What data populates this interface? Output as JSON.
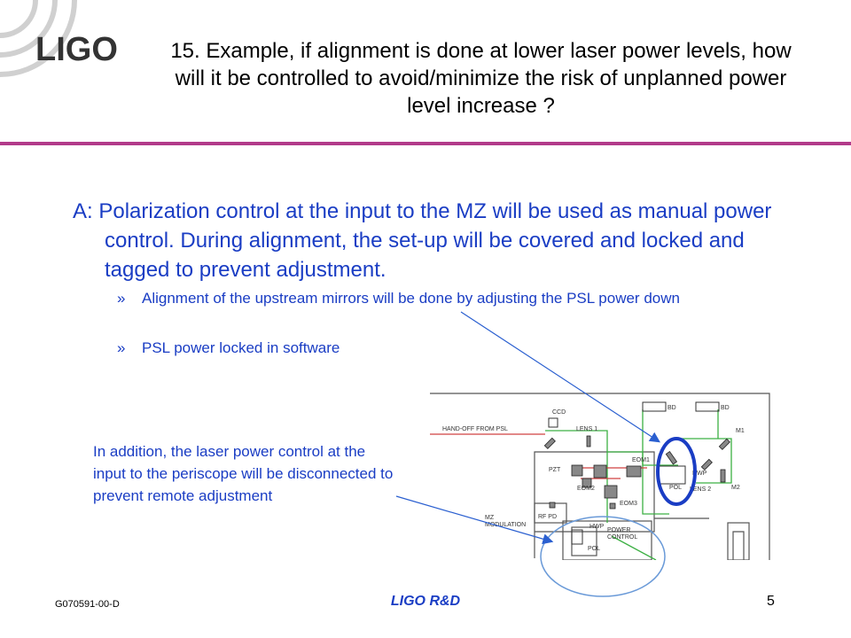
{
  "header": {
    "logo_text": "LIGO",
    "title": "15. Example, if alignment is done at lower laser power levels, how will it be controlled to avoid/minimize the risk of unplanned power level increase ?"
  },
  "body": {
    "paragraph": "A: Polarization control at the input to the MZ will be used as manual power control. During alignment, the set-up will be covered and locked and tagged to prevent adjustment.",
    "bullets": [
      {
        "marker": "»",
        "text": "Alignment of the upstream mirrors will be done by adjusting the PSL power down"
      },
      {
        "marker": "»",
        "text": "PSL power locked in software"
      }
    ],
    "note": "In addition, the laser power control at the input to the periscope will be disconnected to prevent remote adjustment"
  },
  "diagram": {
    "labels": {
      "ccd": "CCD",
      "handoff": "HAND-OFF FROM PSL",
      "lens1": "LENS 1",
      "bd1": "BD",
      "bd2": "BD",
      "m1": "M1",
      "eom1": "EOM1",
      "pzt": "PZT",
      "eom2": "EOM2",
      "eom3": "EOM3",
      "pol": "POL",
      "hwp": "HWP",
      "lens2": "LENS 2",
      "m2": "M2",
      "rfpd": "RF PD",
      "mz_modulation": "MZ\nMODULATION",
      "hwp2": "HWP",
      "power_control": "POWER\nCONTROL",
      "pol2": "POL"
    },
    "colors": {
      "beam": "#3cb043",
      "red_beam": "#d04040",
      "highlight": "#1a3dc4",
      "arrow": "#2a5fd0"
    }
  },
  "footer": {
    "doc_id": "G070591-00-D",
    "center": "LIGO R&D",
    "page": "5"
  }
}
